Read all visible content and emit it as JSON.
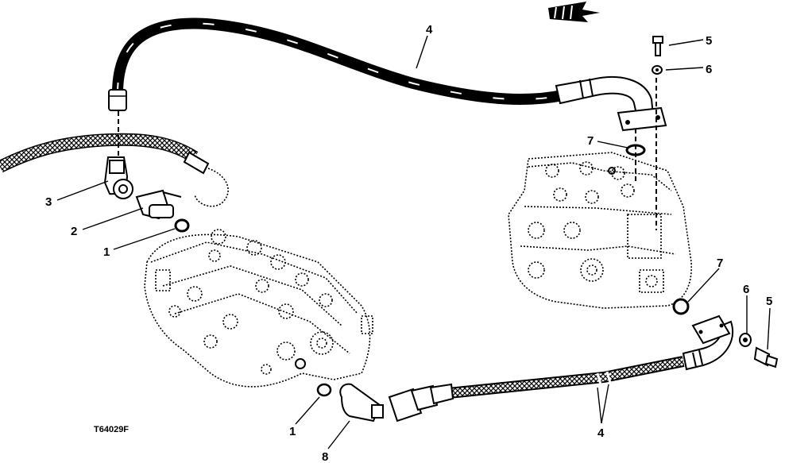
{
  "figure": {
    "id": "T64029F",
    "callouts": {
      "c1a": "1",
      "c1b": "1",
      "c2": "2",
      "c3": "3",
      "c4a": "4",
      "c4b": "4",
      "c5a": "5",
      "c5b": "5",
      "c6a": "6",
      "c6b": "6",
      "c7a": "7",
      "c7b": "7",
      "c8": "8"
    }
  }
}
